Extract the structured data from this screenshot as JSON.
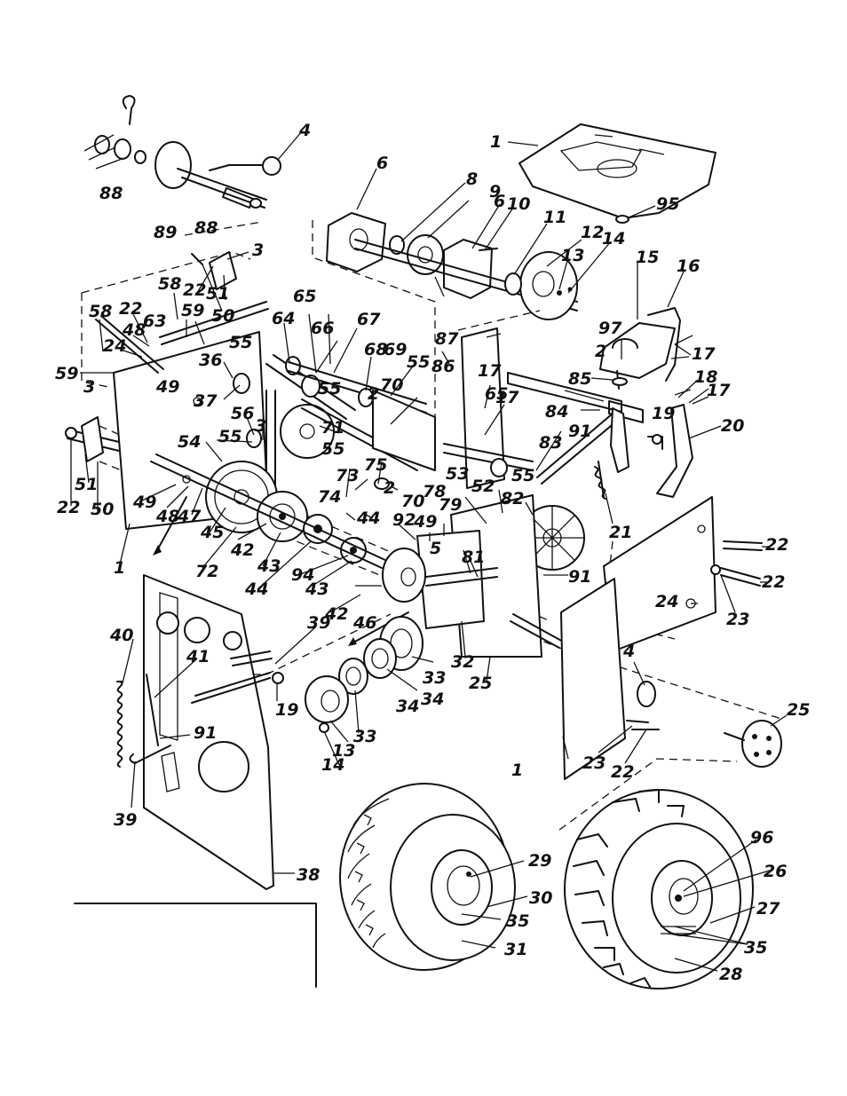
{
  "diagram": {
    "callouts": [
      {
        "id": "c4a",
        "text": "4"
      },
      {
        "id": "c88a",
        "text": "88"
      },
      {
        "id": "c89",
        "text": "89"
      },
      {
        "id": "c88b",
        "text": "88"
      },
      {
        "id": "c6a",
        "text": "6"
      },
      {
        "id": "c8",
        "text": "8"
      },
      {
        "id": "c9",
        "text": "9"
      },
      {
        "id": "c6b",
        "text": "6"
      },
      {
        "id": "c10",
        "text": "10"
      },
      {
        "id": "c11",
        "text": "11"
      },
      {
        "id": "c12",
        "text": "12"
      },
      {
        "id": "c14a",
        "text": "14"
      },
      {
        "id": "c13a",
        "text": "13"
      },
      {
        "id": "c1a",
        "text": "1"
      },
      {
        "id": "c95",
        "text": "95"
      },
      {
        "id": "c15",
        "text": "15"
      },
      {
        "id": "c16",
        "text": "16"
      },
      {
        "id": "c97",
        "text": "97"
      },
      {
        "id": "c17a",
        "text": "17"
      },
      {
        "id": "c18",
        "text": "18"
      },
      {
        "id": "c17b",
        "text": "17"
      },
      {
        "id": "c17c",
        "text": "17"
      },
      {
        "id": "c19a",
        "text": "19"
      },
      {
        "id": "c20",
        "text": "20"
      },
      {
        "id": "c3a",
        "text": "3"
      },
      {
        "id": "c58a",
        "text": "58"
      },
      {
        "id": "c22a",
        "text": "22"
      },
      {
        "id": "c51a",
        "text": "51"
      },
      {
        "id": "c50a",
        "text": "50"
      },
      {
        "id": "c65a",
        "text": "65"
      },
      {
        "id": "c58b",
        "text": "58"
      },
      {
        "id": "c22b",
        "text": "22"
      },
      {
        "id": "c63",
        "text": "63"
      },
      {
        "id": "c59a",
        "text": "59"
      },
      {
        "id": "c64",
        "text": "64"
      },
      {
        "id": "c66",
        "text": "66"
      },
      {
        "id": "c67",
        "text": "67"
      },
      {
        "id": "c48a",
        "text": "48"
      },
      {
        "id": "c55a",
        "text": "55"
      },
      {
        "id": "c24a",
        "text": "24"
      },
      {
        "id": "c68",
        "text": "68"
      },
      {
        "id": "c69",
        "text": "69"
      },
      {
        "id": "c55b",
        "text": "55"
      },
      {
        "id": "c86",
        "text": "86"
      },
      {
        "id": "c87",
        "text": "87"
      },
      {
        "id": "c2a",
        "text": "2"
      },
      {
        "id": "c85",
        "text": "85"
      },
      {
        "id": "c59b",
        "text": "59"
      },
      {
        "id": "c36",
        "text": "36"
      },
      {
        "id": "c49a",
        "text": "49"
      },
      {
        "id": "c55c",
        "text": "55"
      },
      {
        "id": "c2b",
        "text": "2"
      },
      {
        "id": "c70a",
        "text": "70"
      },
      {
        "id": "c17d",
        "text": "17"
      },
      {
        "id": "c84",
        "text": "84"
      },
      {
        "id": "c91a",
        "text": "91"
      },
      {
        "id": "c3b",
        "text": "3"
      },
      {
        "id": "c37",
        "text": "37"
      },
      {
        "id": "c56",
        "text": "56"
      },
      {
        "id": "c3c",
        "text": "3"
      },
      {
        "id": "c71",
        "text": "71"
      },
      {
        "id": "c65b",
        "text": "65"
      },
      {
        "id": "c55d",
        "text": "55"
      },
      {
        "id": "c54",
        "text": "54"
      },
      {
        "id": "c55e",
        "text": "55"
      },
      {
        "id": "c83",
        "text": "83"
      },
      {
        "id": "c51b",
        "text": "51"
      },
      {
        "id": "c73",
        "text": "73"
      },
      {
        "id": "c75",
        "text": "75"
      },
      {
        "id": "c55f",
        "text": "55"
      },
      {
        "id": "c53",
        "text": "53"
      },
      {
        "id": "c52",
        "text": "52"
      },
      {
        "id": "c22c",
        "text": "22"
      },
      {
        "id": "c50b",
        "text": "50"
      },
      {
        "id": "c49b",
        "text": "49"
      },
      {
        "id": "c48b",
        "text": "48"
      },
      {
        "id": "c47",
        "text": "47"
      },
      {
        "id": "c2c",
        "text": "2"
      },
      {
        "id": "c70b",
        "text": "70"
      },
      {
        "id": "c82",
        "text": "82"
      },
      {
        "id": "c74",
        "text": "74"
      },
      {
        "id": "c78",
        "text": "78"
      },
      {
        "id": "c79",
        "text": "79"
      },
      {
        "id": "c21",
        "text": "21"
      },
      {
        "id": "c45",
        "text": "45"
      },
      {
        "id": "c44a",
        "text": "44"
      },
      {
        "id": "c92",
        "text": "92"
      },
      {
        "id": "c49c",
        "text": "49"
      },
      {
        "id": "c1b",
        "text": "1"
      },
      {
        "id": "c72",
        "text": "72"
      },
      {
        "id": "c42a",
        "text": "42"
      },
      {
        "id": "c43a",
        "text": "43"
      },
      {
        "id": "c5",
        "text": "5"
      },
      {
        "id": "c81",
        "text": "81"
      },
      {
        "id": "c22d",
        "text": "22"
      },
      {
        "id": "c22e",
        "text": "22"
      },
      {
        "id": "c44b",
        "text": "44"
      },
      {
        "id": "c94",
        "text": "94"
      },
      {
        "id": "c43b",
        "text": "43"
      },
      {
        "id": "c91b",
        "text": "91"
      },
      {
        "id": "c24b",
        "text": "24"
      },
      {
        "id": "c23a",
        "text": "23"
      },
      {
        "id": "c42b",
        "text": "42"
      },
      {
        "id": "c46",
        "text": "46"
      },
      {
        "id": "c40",
        "text": "40"
      },
      {
        "id": "c39a",
        "text": "39"
      },
      {
        "id": "c41",
        "text": "41"
      },
      {
        "id": "c32",
        "text": "32"
      },
      {
        "id": "c33a",
        "text": "33"
      },
      {
        "id": "c25a",
        "text": "25"
      },
      {
        "id": "c4b",
        "text": "4"
      },
      {
        "id": "c34a",
        "text": "34"
      },
      {
        "id": "c19b",
        "text": "19"
      },
      {
        "id": "c34b",
        "text": "34"
      },
      {
        "id": "c33b",
        "text": "33"
      },
      {
        "id": "c25b",
        "text": "25"
      },
      {
        "id": "c91c",
        "text": "91"
      },
      {
        "id": "c13b",
        "text": "13"
      },
      {
        "id": "c14b",
        "text": "14"
      },
      {
        "id": "c1c",
        "text": "1"
      },
      {
        "id": "c23b",
        "text": "23"
      },
      {
        "id": "c22f",
        "text": "22"
      },
      {
        "id": "c39b",
        "text": "39"
      },
      {
        "id": "c96",
        "text": "96"
      },
      {
        "id": "c29",
        "text": "29"
      },
      {
        "id": "c26",
        "text": "26"
      },
      {
        "id": "c30",
        "text": "30"
      },
      {
        "id": "c27",
        "text": "27"
      },
      {
        "id": "c35a",
        "text": "35"
      },
      {
        "id": "c35b",
        "text": "35"
      },
      {
        "id": "c31",
        "text": "31"
      },
      {
        "id": "c28",
        "text": "28"
      },
      {
        "id": "c38",
        "text": "38"
      }
    ]
  }
}
